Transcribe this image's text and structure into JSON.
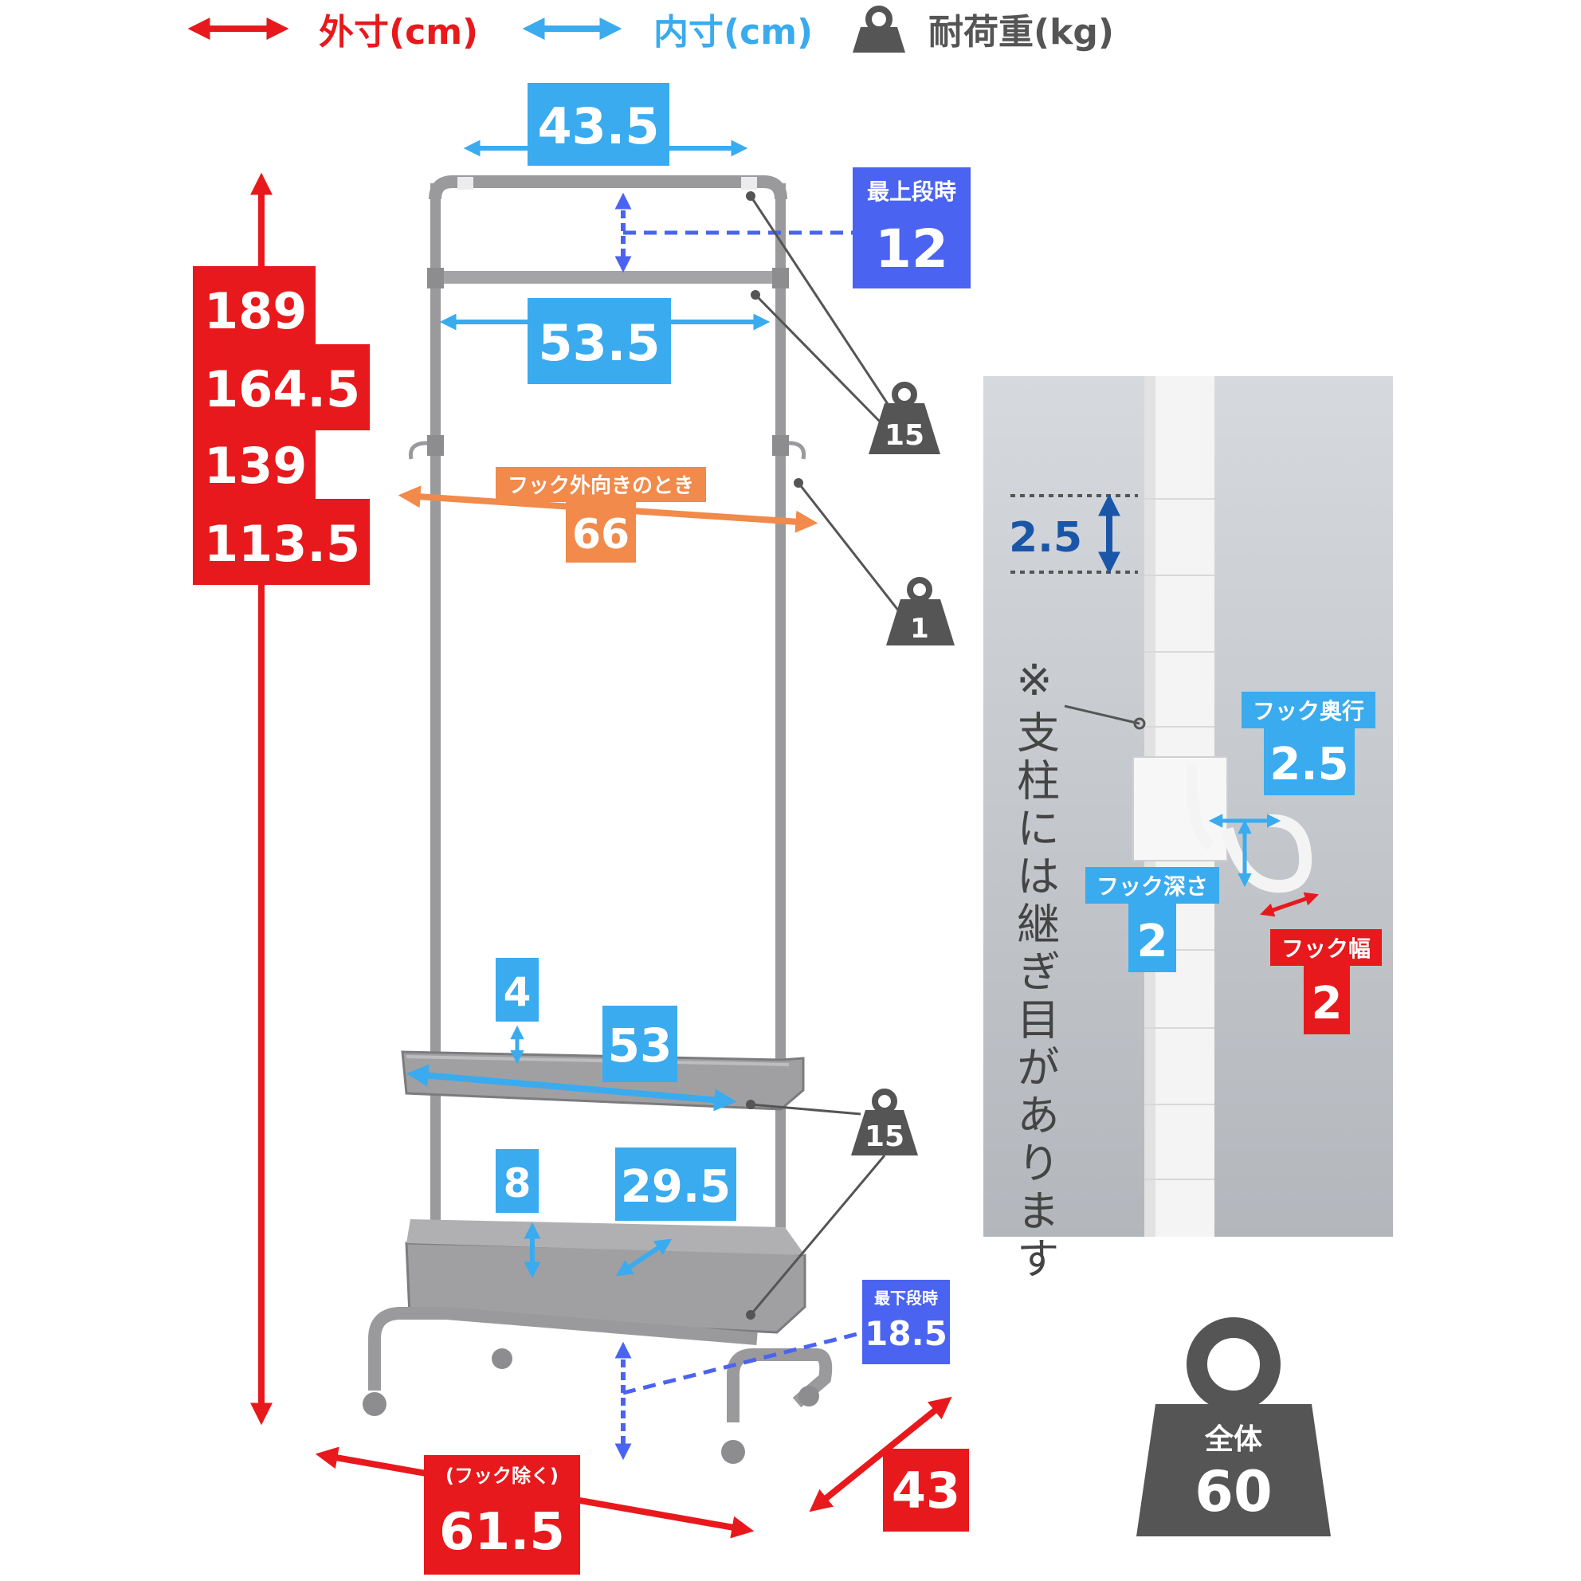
{
  "colors": {
    "outer": "#e8191c",
    "inner": "#3aabee",
    "load": "#555555",
    "orange": "#f18a4a",
    "navy": "#1a56a8",
    "blue_box": "#4b63f1",
    "frame": "#9a9a9c"
  },
  "legend": {
    "outer_label": "外寸(cm)",
    "inner_label": "内寸(cm)",
    "load_label": "耐荷重(kg)",
    "outer_icon": "red-double-arrow-icon",
    "inner_icon": "blue-double-arrow-icon",
    "load_icon": "weight-icon"
  },
  "heights": [
    "189",
    "164.5",
    "139",
    "113.5"
  ],
  "top_bar_width": "43.5",
  "second_bar_width": "53.5",
  "top_gap": {
    "caption": "最上段時",
    "value": "12"
  },
  "hook_span": {
    "caption": "フック外向きのとき",
    "value": "66"
  },
  "loads": {
    "top_bar": "15",
    "hook": "1",
    "shelves": "15",
    "total_caption": "全体",
    "total": "60"
  },
  "upper_tray": {
    "depth": "4",
    "width": "53"
  },
  "lower_tray": {
    "depth": "8",
    "inner_depth": "29.5"
  },
  "bottom_clearance": {
    "caption": "最下段時",
    "value": "18.5"
  },
  "base_width": {
    "caption": "(フック除く)",
    "value": "61.5"
  },
  "base_depth": "43",
  "detail": {
    "pitch": "2.5",
    "note": "※支柱には継ぎ目があります",
    "hook_reach": {
      "caption": "フック奥行",
      "value": "2.5"
    },
    "hook_depth": {
      "caption": "フック深さ",
      "value": "2"
    },
    "hook_width": {
      "caption": "フック幅",
      "value": "2"
    }
  }
}
